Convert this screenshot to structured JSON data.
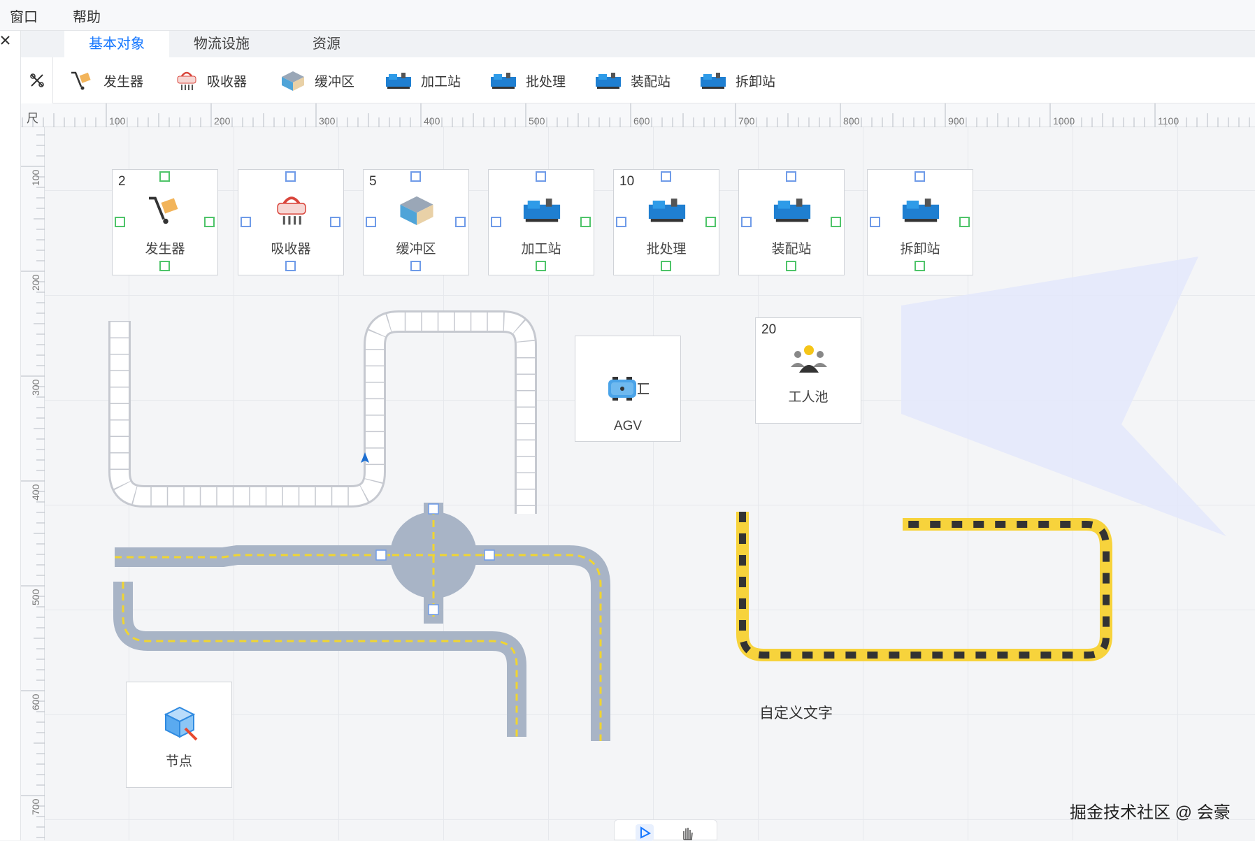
{
  "menu": {
    "items": [
      "窗口",
      "帮助"
    ]
  },
  "tabs": [
    {
      "label": "基本对象",
      "active": true
    },
    {
      "label": "物流设施",
      "active": false
    },
    {
      "label": "资源",
      "active": false
    }
  ],
  "palette": {
    "items": [
      {
        "label": "发生器",
        "icon": "cart-icon"
      },
      {
        "label": "吸收器",
        "icon": "basket-icon"
      },
      {
        "label": "缓冲区",
        "icon": "warehouse-icon"
      },
      {
        "label": "加工站",
        "icon": "machine-icon"
      },
      {
        "label": "批处理",
        "icon": "machine-icon"
      },
      {
        "label": "装配站",
        "icon": "machine-icon"
      },
      {
        "label": "拆卸站",
        "icon": "machine-icon"
      }
    ]
  },
  "ruler": {
    "corner": "尺",
    "h_labels": [
      "100",
      "200",
      "300",
      "400",
      "500",
      "600",
      "700",
      "800",
      "900",
      "1000",
      "1100"
    ],
    "v_labels": [
      "100",
      "200",
      "300",
      "400",
      "500",
      "600",
      "700"
    ]
  },
  "canvas": {
    "nodes": {
      "generator": {
        "label": "发生器",
        "count": "2"
      },
      "absorber": {
        "label": "吸收器",
        "count": ""
      },
      "buffer": {
        "label": "缓冲区",
        "count": "5"
      },
      "processing": {
        "label": "加工站",
        "count": ""
      },
      "batch": {
        "label": "批处理",
        "count": "10"
      },
      "assembly": {
        "label": "装配站",
        "count": ""
      },
      "disassembly": {
        "label": "拆卸站",
        "count": ""
      },
      "agv": {
        "label": "AGV"
      },
      "worker_pool": {
        "label": "工人池",
        "count": "20"
      },
      "node": {
        "label": "节点"
      }
    },
    "custom_text": "自定义文字",
    "watermark": "掘金技术社区 @ 会豪"
  },
  "colors": {
    "accent": "#1677ff",
    "port_blue": "#6f9be8",
    "port_green": "#4fc46a",
    "road": "#a9b5c7",
    "road_dash": "#f0d531",
    "track_yellow": "#f7d33c",
    "track_dark": "#333333",
    "conveyor": "#c9ccd3"
  }
}
